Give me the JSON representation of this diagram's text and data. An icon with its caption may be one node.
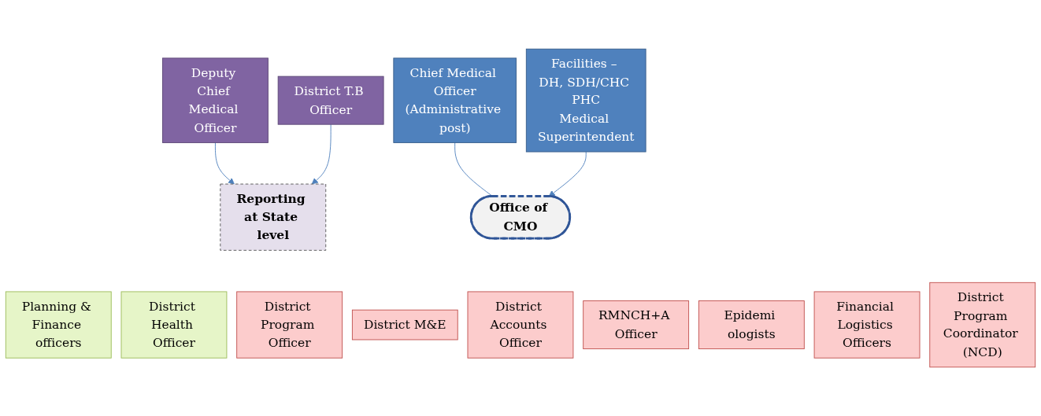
{
  "diagram": {
    "nodes": [
      {
        "text": [
          "Chief Medical Officer",
          "(Administrative post)"
        ]
      },
      {
        "text": [
          "Reporting at State level"
        ]
      },
      {
        "text": [
          "Deputy Chief Medical Officer"
        ]
      },
      {
        "text": [
          "District T.B Officer"
        ]
      },
      {
        "text": [
          "Facilities – DH, SDH/CHC PHC",
          "Medical Superintendent"
        ]
      },
      {
        "text": [
          "Office of CMO"
        ]
      },
      {
        "text": [
          "Planning & Finance officers"
        ]
      },
      {
        "text": [
          "District Health Officer"
        ]
      },
      {
        "text": [
          "District Program Officer"
        ]
      },
      {
        "text": [
          "District M&E"
        ]
      },
      {
        "text": [
          "District Accounts Officer"
        ]
      },
      {
        "text": [
          "RMNCH+A Officer"
        ]
      },
      {
        "text": [
          "Epidemi ologists"
        ]
      },
      {
        "text": [
          "Financial Logistics Officers"
        ]
      },
      {
        "text": [
          "District Program Coordinator (NCD)"
        ]
      }
    ],
    "edges": [
      {
        "from": 0,
        "to": 5,
        "arrow": "none"
      },
      {
        "from": 4,
        "to": 5,
        "arrow": "to"
      },
      {
        "from": 2,
        "to": 1,
        "arrow": "to"
      },
      {
        "from": 3,
        "to": 1,
        "arrow": "to"
      }
    ]
  }
}
